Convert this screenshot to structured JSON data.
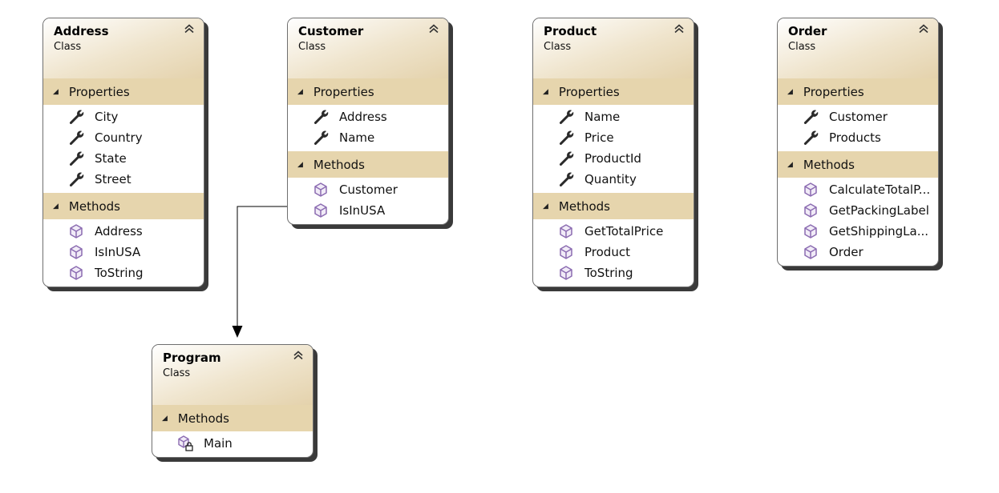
{
  "classes": {
    "address": {
      "name": "Address",
      "kind": "Class",
      "properties_label": "Properties",
      "properties": [
        "City",
        "Country",
        "State",
        "Street"
      ],
      "methods_label": "Methods",
      "methods": [
        "Address",
        "IsInUSA",
        "ToString"
      ]
    },
    "customer": {
      "name": "Customer",
      "kind": "Class",
      "properties_label": "Properties",
      "properties": [
        "Address",
        "Name"
      ],
      "methods_label": "Methods",
      "methods": [
        "Customer",
        "IsInUSA"
      ]
    },
    "product": {
      "name": "Product",
      "kind": "Class",
      "properties_label": "Properties",
      "properties": [
        "Name",
        "Price",
        "ProductId",
        "Quantity"
      ],
      "methods_label": "Methods",
      "methods": [
        "GetTotalPrice",
        "Product",
        "ToString"
      ]
    },
    "order": {
      "name": "Order",
      "kind": "Class",
      "properties_label": "Properties",
      "properties": [
        "Customer",
        "Products"
      ],
      "methods_label": "Methods",
      "methods": [
        "CalculateTotalP...",
        "GetPackingLabel",
        "GetShippingLa...",
        "Order"
      ]
    },
    "program": {
      "name": "Program",
      "kind": "Class",
      "methods_label": "Methods",
      "methods": [
        "Main"
      ]
    }
  },
  "icons": {
    "property": "wrench-icon",
    "method": "cube-method-icon",
    "private_method": "cube-lock-icon",
    "collapse": "double-chevron-up-icon",
    "section_toggle": "triangle-down-icon"
  },
  "colors": {
    "section_bg": "#e6d5ad",
    "header_gradient_end": "#e4d2ac",
    "method_icon": "#8b6bb1",
    "border": "#6f6f6f",
    "shadow": "#3a3a3a"
  }
}
